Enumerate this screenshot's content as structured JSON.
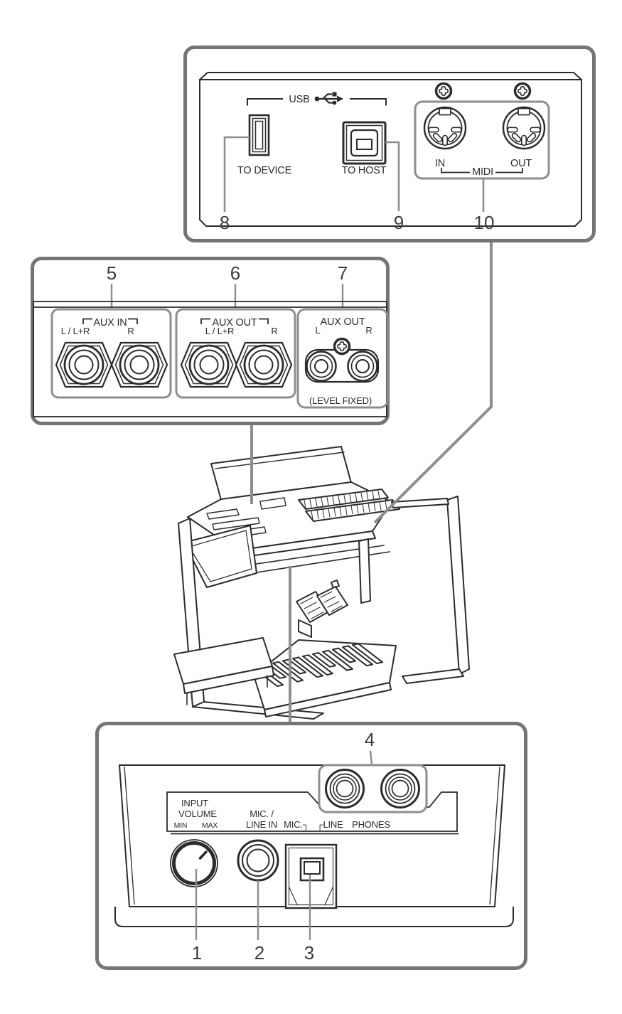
{
  "top_panel": {
    "usb_label": "USB",
    "to_device_label": "TO DEVICE",
    "to_host_label": "TO HOST",
    "midi_in_label": "IN",
    "midi_out_label": "OUT",
    "midi_label": "MIDI",
    "callout_to_device": "8",
    "callout_to_host": "9",
    "callout_midi": "10"
  },
  "middle_panel": {
    "aux_in": {
      "title": "AUX IN",
      "left_jack": "L / L+R",
      "right_jack": "R",
      "callout": "5"
    },
    "aux_out_phone": {
      "title": "AUX OUT",
      "left_jack": "L / L+R",
      "right_jack": "R",
      "callout": "6"
    },
    "aux_out_rca": {
      "title": "AUX OUT",
      "left_jack": "L",
      "right_jack": "R",
      "note": "(LEVEL FIXED)",
      "callout": "7"
    }
  },
  "bottom_panel": {
    "input_volume": {
      "line1": "INPUT",
      "line2": "VOLUME",
      "min": "MIN",
      "max": "MAX",
      "callout": "1"
    },
    "mic_line_in": {
      "line1": "MIC. /",
      "line2": "LINE IN",
      "callout": "2"
    },
    "mic_line_switch": {
      "mic_label": "MIC.┐",
      "line_label": "┌LINE",
      "callout": "3"
    },
    "phones": {
      "label": "PHONES",
      "callout": "4"
    }
  },
  "icons": {
    "usb_symbol": "usb-trident-icon",
    "screw": "phillips-screw-icon",
    "midi_port": "din-5-pin-icon",
    "phone_jack": "quarter-inch-jack-icon",
    "rca_jack": "rca-jack-icon"
  },
  "colors": {
    "panel_border": "#757575",
    "group_box": "#8e8e8e",
    "leader_line": "#8e8e8e",
    "line_art": "#2b2b2b"
  }
}
